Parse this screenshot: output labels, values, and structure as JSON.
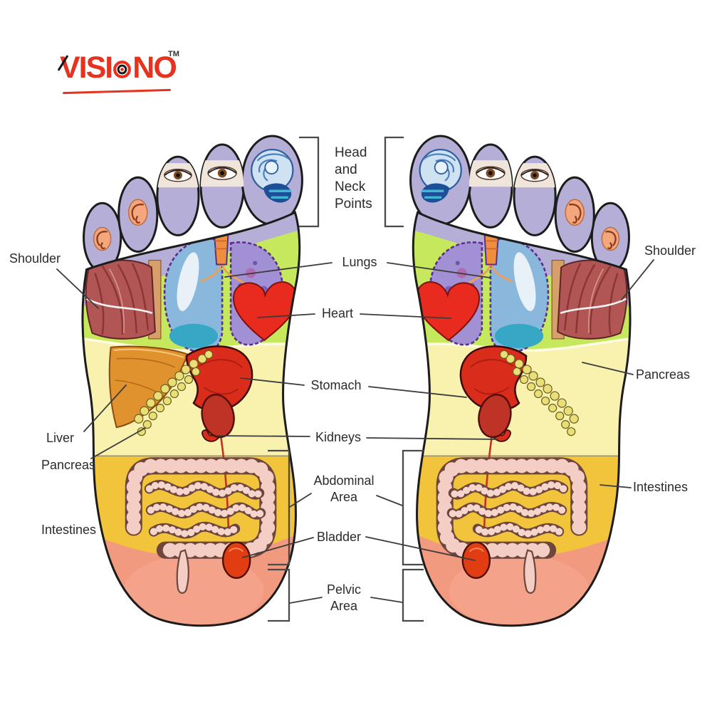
{
  "brand": {
    "name": "VISIONO",
    "name_pre": "VISI",
    "name_post": "NO",
    "trademark": "TM",
    "color": "#e6331f"
  },
  "labels": {
    "shoulder_left": "Shoulder",
    "liver": "Liver",
    "pancreas_left": "Pancreas",
    "intestines_left": "Intestines",
    "head_neck": "Head\nand\nNeck\nPoints",
    "lungs": "Lungs",
    "heart": "Heart",
    "stomach": "Stomach",
    "kidneys": "Kidneys",
    "abdominal": "Abdominal\nArea",
    "bladder": "Bladder",
    "pelvic": "Pelvic\nArea",
    "shoulder_right": "Shoulder",
    "pancreas_right": "Pancreas",
    "intestines_right": "Intestines"
  },
  "zone_colors": {
    "head_toes": "#b5aed6",
    "chest": "#c6e85d",
    "upper_abdomen": "#f8f2ae",
    "lower_abdomen": "#f2c43c",
    "pelvic_heel": "#f29a80"
  },
  "organ_icons": [
    "brain-icon",
    "eye-icon",
    "ear-icon",
    "lungs-icon",
    "heart-icon",
    "shoulder-muscle-icon",
    "liver-icon",
    "pancreas-icon",
    "stomach-icon",
    "kidney-icon",
    "intestines-icon",
    "bladder-icon"
  ]
}
